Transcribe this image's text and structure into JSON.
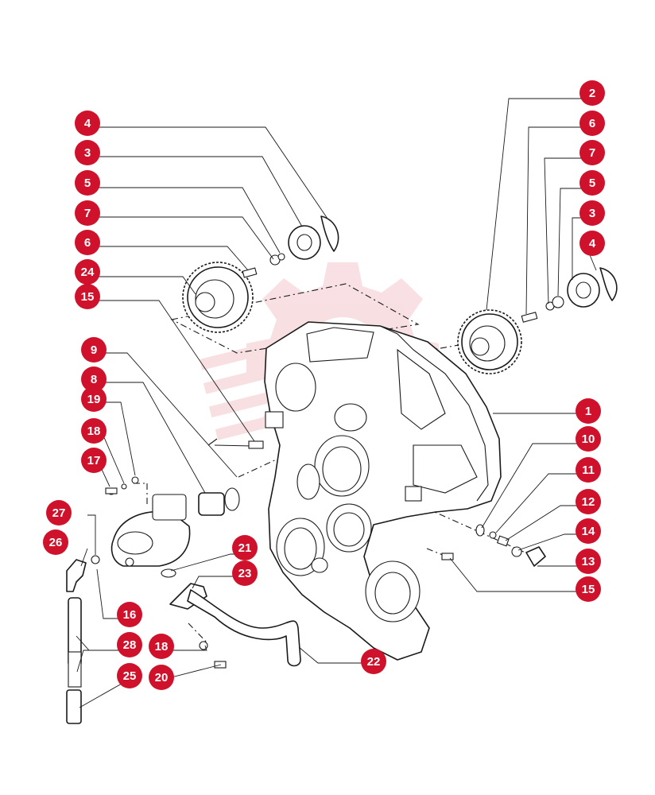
{
  "accent_color": "#d0112b",
  "watermark_icon": "gear-watermark-icon",
  "callouts": [
    {
      "label": "2"
    },
    {
      "label": "6"
    },
    {
      "label": "7"
    },
    {
      "label": "5"
    },
    {
      "label": "3"
    },
    {
      "label": "4"
    },
    {
      "label": "4"
    },
    {
      "label": "3"
    },
    {
      "label": "5"
    },
    {
      "label": "7"
    },
    {
      "label": "6"
    },
    {
      "label": "24"
    },
    {
      "label": "15"
    },
    {
      "label": "9"
    },
    {
      "label": "8"
    },
    {
      "label": "19"
    },
    {
      "label": "18"
    },
    {
      "label": "17"
    },
    {
      "label": "27"
    },
    {
      "label": "26"
    },
    {
      "label": "21"
    },
    {
      "label": "23"
    },
    {
      "label": "16"
    },
    {
      "label": "28"
    },
    {
      "label": "18"
    },
    {
      "label": "25"
    },
    {
      "label": "20"
    },
    {
      "label": "22"
    },
    {
      "label": "1"
    },
    {
      "label": "10"
    },
    {
      "label": "11"
    },
    {
      "label": "12"
    },
    {
      "label": "14"
    },
    {
      "label": "13"
    },
    {
      "label": "15"
    }
  ]
}
